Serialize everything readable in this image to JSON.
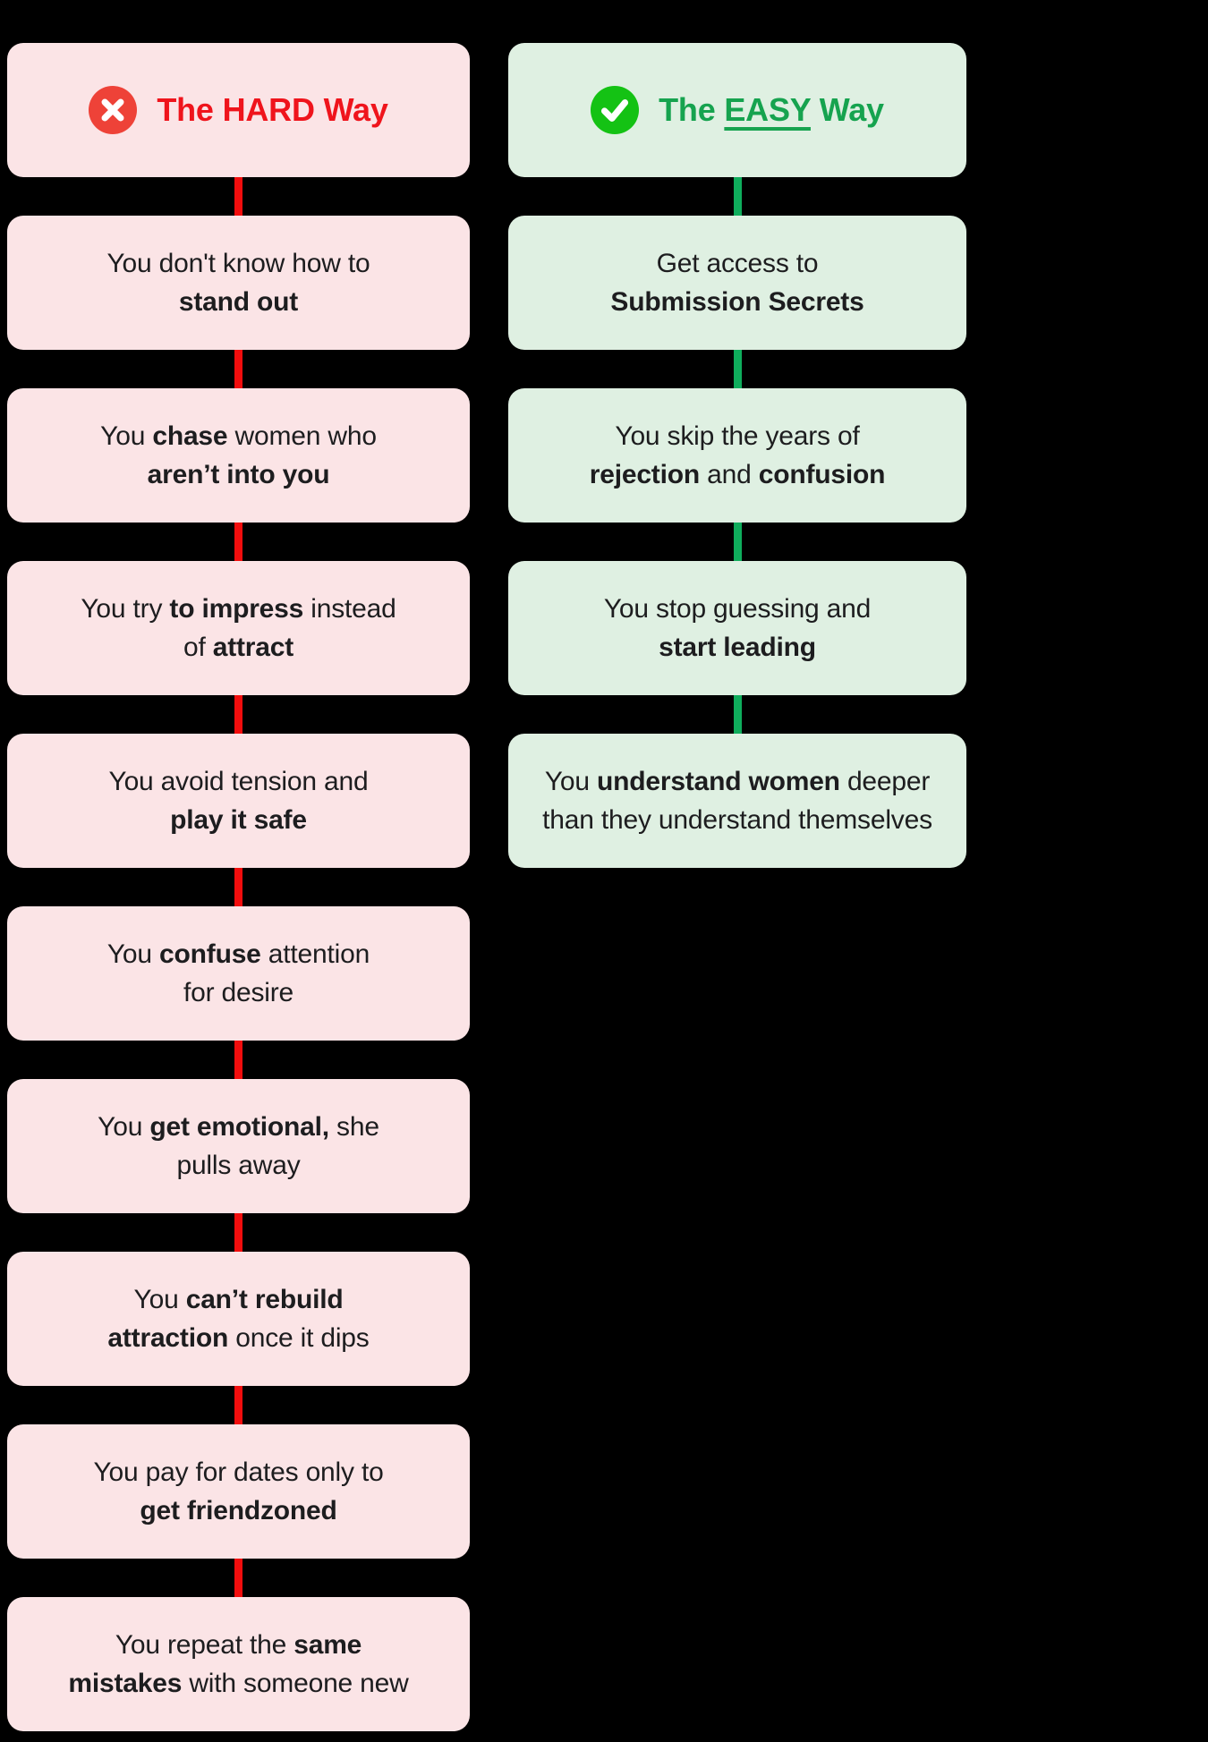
{
  "colors": {
    "background": "#000000",
    "hard_box": "#FBE4E6",
    "hard_accent": "#EF141C",
    "hard_connector": "#F20D0D",
    "hard_icon": "#EE4238",
    "easy_box": "#DFF0E2",
    "easy_accent": "#16A34F",
    "easy_connector": "#0FAD5C",
    "easy_icon": "#14C214",
    "text": "#1D1D1F"
  },
  "columns": {
    "hard": {
      "header": {
        "pre": "The ",
        "em": "HARD",
        "post": " Way",
        "icon": "x-circle-icon"
      },
      "boxes": [
        {
          "lines": [
            [
              {
                "t": "You don't know how to"
              }
            ],
            [
              {
                "t": "stand out",
                "b": true
              }
            ]
          ]
        },
        {
          "lines": [
            [
              {
                "t": "You "
              },
              {
                "t": "chase",
                "b": true
              },
              {
                "t": " women who"
              }
            ],
            [
              {
                "t": "aren’t into you",
                "b": true
              }
            ]
          ]
        },
        {
          "lines": [
            [
              {
                "t": "You try "
              },
              {
                "t": "to impress",
                "b": true
              },
              {
                "t": " instead"
              }
            ],
            [
              {
                "t": "of "
              },
              {
                "t": "attract",
                "b": true
              }
            ]
          ]
        },
        {
          "lines": [
            [
              {
                "t": "You avoid tension and"
              }
            ],
            [
              {
                "t": "play it safe",
                "b": true
              }
            ]
          ]
        },
        {
          "lines": [
            [
              {
                "t": "You "
              },
              {
                "t": "confuse",
                "b": true
              },
              {
                "t": " attention"
              }
            ],
            [
              {
                "t": "for desire"
              }
            ]
          ]
        },
        {
          "lines": [
            [
              {
                "t": "You "
              },
              {
                "t": "get emotional,",
                "b": true
              },
              {
                "t": " she"
              }
            ],
            [
              {
                "t": "pulls away"
              }
            ]
          ]
        },
        {
          "lines": [
            [
              {
                "t": "You "
              },
              {
                "t": "can’t rebuild",
                "b": true
              }
            ],
            [
              {
                "t": "attraction",
                "b": true
              },
              {
                "t": " once it dips"
              }
            ]
          ]
        },
        {
          "lines": [
            [
              {
                "t": "You pay for dates only to"
              }
            ],
            [
              {
                "t": "get friendzoned",
                "b": true
              }
            ]
          ]
        },
        {
          "lines": [
            [
              {
                "t": "You repeat the "
              },
              {
                "t": "same",
                "b": true
              }
            ],
            [
              {
                "t": "mistakes",
                "b": true
              },
              {
                "t": " with someone new"
              }
            ]
          ]
        }
      ]
    },
    "easy": {
      "header": {
        "pre": "The ",
        "em": "EASY",
        "post": " Way",
        "icon": "check-circle-icon"
      },
      "boxes": [
        {
          "lines": [
            [
              {
                "t": "Get access to"
              }
            ],
            [
              {
                "t": "Submission Secrets",
                "b": true
              }
            ]
          ]
        },
        {
          "lines": [
            [
              {
                "t": "You skip the years of"
              }
            ],
            [
              {
                "t": "rejection",
                "b": true
              },
              {
                "t": " and "
              },
              {
                "t": "confusion",
                "b": true
              }
            ]
          ]
        },
        {
          "lines": [
            [
              {
                "t": "You stop guessing and"
              }
            ],
            [
              {
                "t": "start leading",
                "b": true
              }
            ]
          ]
        },
        {
          "lines": [
            [
              {
                "t": "You "
              },
              {
                "t": "understand women",
                "b": true
              },
              {
                "t": " deeper"
              }
            ],
            [
              {
                "t": "than they understand themselves"
              }
            ]
          ]
        }
      ]
    }
  }
}
